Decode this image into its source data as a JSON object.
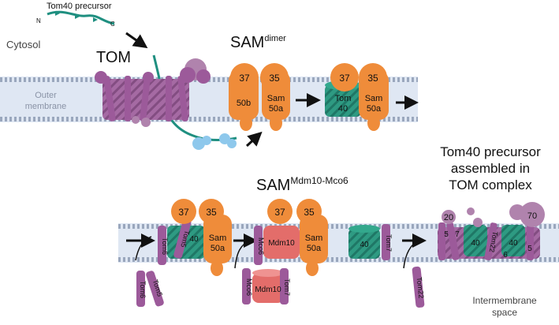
{
  "labels": {
    "precursor": "Tom40 precursor",
    "n_term": "N",
    "c_term": "C",
    "cytosol": "Cytosol",
    "tom": "TOM",
    "sam_dimer_main": "SAM",
    "sam_dimer_sup": "dimer",
    "outer_membrane_1": "Outer",
    "outer_membrane_2": "membrane",
    "sam_mdm_main": "SAM",
    "sam_mdm_sup": "Mdm10-Mco6",
    "assembled_1": "Tom40 precursor",
    "assembled_2": "assembled in",
    "assembled_3": "TOM complex",
    "ims_1": "Intermembrane",
    "ims_2": "space"
  },
  "proteins": {
    "s37": "37",
    "s35": "35",
    "s50b": "50b",
    "sam": "Sam",
    "s50a": "50a",
    "tom": "Tom",
    "t40": "40",
    "mdm10": "Mdm10",
    "tom6": "Tom6",
    "tom5": "Tom5",
    "tom7": "Tom7",
    "tom22": "Tom22",
    "mco6": "Mco6",
    "t20": "20",
    "t70": "70",
    "t5": "5",
    "t6": "6",
    "t7": "7"
  },
  "colors": {
    "membrane_band": "#dfe7f3",
    "lipid_head": "#9aa7bd",
    "sam": "#ef8c3a",
    "sam_dark": "#d8731f",
    "tom40": "#2e9a82",
    "tom40_dark": "#1f7766",
    "tom_purple": "#9c5a9a",
    "tom_purple_dark": "#7b3f7a",
    "mdm10": "#e36d6a",
    "precursor": "#1f8f80",
    "chaperone": "#8ec8ec"
  }
}
